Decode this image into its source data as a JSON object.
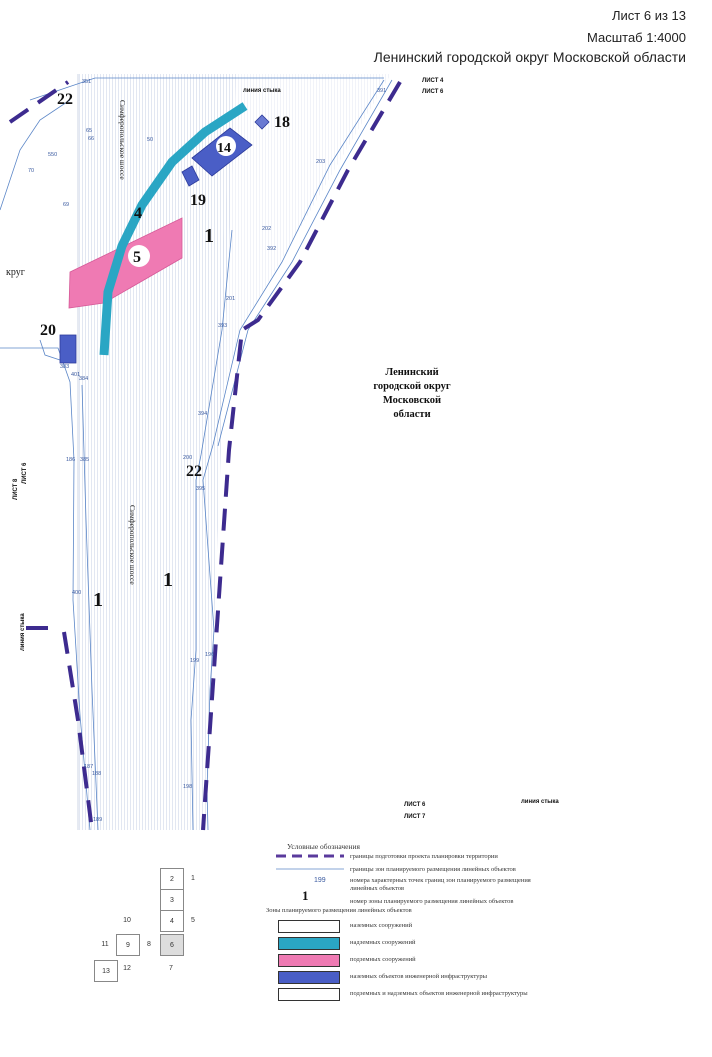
{
  "header": {
    "sheet": "Лист 6 из 13",
    "scale": "Масштаб 1:4000",
    "region": "Ленинский городской округ Московской области"
  },
  "map": {
    "joint_line_top": "линия стыка",
    "joint_line_left": "линия стыка",
    "joint_line_bottom": "линия стыка",
    "sheet_label_4": "ЛИСТ 4",
    "sheet_label_6a": "ЛИСТ 6",
    "sheet_label_8": "ЛИСТ 8",
    "sheet_label_6b": "ЛИСТ 6",
    "sheet_label_6c": "ЛИСТ 6",
    "sheet_label_7": "ЛИСТ 7",
    "road_name": "Симферопольское шоссе",
    "district_line1": "Ленинский",
    "district_line2": "городской округ",
    "district_line3": "Московской",
    "district_line4": "области",
    "left_fragment": "круг",
    "zone_numbers": {
      "z22a": "22",
      "z22b": "22",
      "z1a": "1",
      "z1b": "1",
      "z1c": "1",
      "z4": "4",
      "z5": "5",
      "z14": "14",
      "z18": "18",
      "z19": "19",
      "z20": "20"
    },
    "point_numbers": {
      "p351": "351",
      "p391": "391",
      "p203": "203",
      "p202": "202",
      "p392": "392",
      "p201": "201",
      "p393": "393",
      "p394": "394",
      "p200": "200",
      "p395": "395",
      "p196": "196",
      "p199": "199",
      "p198": "198",
      "p186": "186",
      "p385": "385",
      "p400": "400",
      "p187": "187",
      "p188": "188",
      "p189": "189",
      "p383": "383",
      "p384": "384",
      "p401": "401",
      "p50": "50",
      "p65": "65",
      "p66": "66",
      "p70": "70",
      "p69": "69",
      "p550": "550"
    }
  },
  "legend": {
    "title": "Условные обозначения",
    "items": [
      "границы подготовки проекта планировки территории",
      "границы зон планируемого размещения линейных объектов",
      "номера характерных точек границ зон планируемого размещения линейных объектов",
      "номер зоны планируемого размещения линейных объектов",
      "Зоны планируемого размещения линейных объектов",
      "наземных сооружений",
      "надземных сооружений",
      "подземных сооружений",
      "наземных объектов инженерной инфраструктуры",
      "подземных и надземных объектов инженерной инфраструктуры"
    ],
    "point_sample": "199",
    "zone_sample": "1",
    "index_cells": [
      "2",
      "1",
      "3",
      "10",
      "4",
      "5",
      "11",
      "9",
      "8",
      "6",
      "13",
      "12",
      "7"
    ],
    "colors": {
      "boundary": "#5a3a9c",
      "zone_line": "#5b86c7",
      "above": "#2aa6c4",
      "underground": "#ef7ab3",
      "engineering": "#4a5ec6",
      "engineering_light": "#6a7ad2"
    }
  }
}
